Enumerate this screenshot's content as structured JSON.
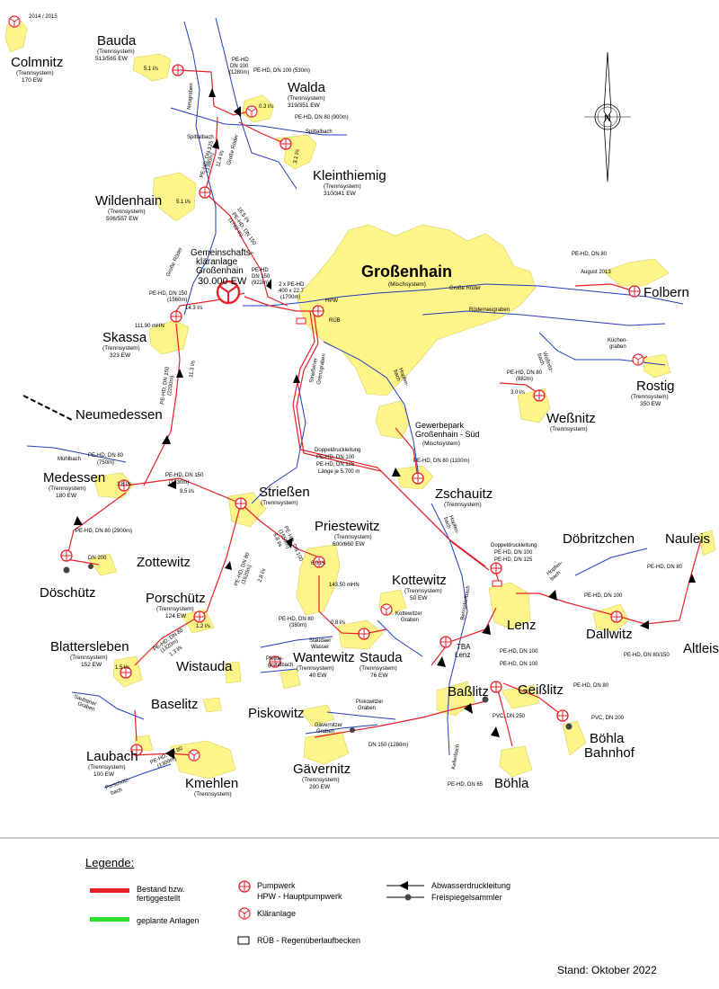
{
  "colors": {
    "town": "#fdf58a",
    "built": "#e8202a",
    "planned": "#2ee02e",
    "water": "#1f3fbf"
  },
  "towns": [
    {
      "id": "colmnitz",
      "name": "Colmnitz",
      "sys": "(Trennsystem)",
      "ew": "170 EW",
      "year": "2014 / 2015"
    },
    {
      "id": "bauda",
      "name": "Bauda",
      "sys": "(Trennsystem)",
      "ew": "513/565 EW"
    },
    {
      "id": "walda",
      "name": "Walda",
      "sys": "(Trennsystem)",
      "ew": "319/351 EW"
    },
    {
      "id": "kleinthiemig",
      "name": "Kleinthiemig",
      "sys": "(Trennsystem)",
      "ew": "310/341 EW"
    },
    {
      "id": "wildenhain",
      "name": "Wildenhain",
      "sys": "(Trennsystem)",
      "ew": "506/557 EW"
    },
    {
      "id": "grossenhain",
      "name": "Großenhain",
      "sys": "(Mischsystem)"
    },
    {
      "id": "folbern",
      "name": "Folbern"
    },
    {
      "id": "skassa",
      "name": "Skassa",
      "sys": "(Trennsystem)",
      "ew": "323 EW"
    },
    {
      "id": "rostig",
      "name": "Rostig",
      "sys": "(Trennsystem)",
      "ew": "350 EW"
    },
    {
      "id": "wessnitz",
      "name": "Weßnitz",
      "sys": "(Trennsystem)"
    },
    {
      "id": "neumedessen",
      "name": "Neumedessen"
    },
    {
      "id": "gewerbepark",
      "name": "Gewerbepark",
      "name2": "Großenhain - Süd",
      "sys": "(Mischsystem)"
    },
    {
      "id": "medessen",
      "name": "Medessen",
      "sys": "(Trennsystem)",
      "ew": "180 EW"
    },
    {
      "id": "zschauitz",
      "name": "Zschauitz",
      "sys": "(Trennsystem)"
    },
    {
      "id": "striessen",
      "name": "Strießen",
      "sys": "(Trennsystem)"
    },
    {
      "id": "priestewitz",
      "name": "Priestewitz",
      "sys": "(Trennsystem)",
      "ew": "600/660 EW"
    },
    {
      "id": "doebritzchen",
      "name": "Döbritzchen"
    },
    {
      "id": "nauleis",
      "name": "Nauleis"
    },
    {
      "id": "zottewitz",
      "name": "Zottewitz"
    },
    {
      "id": "doeschuetz",
      "name": "Döschütz"
    },
    {
      "id": "kottewitz",
      "name": "Kottewitz",
      "sys": "(Trennsystem)",
      "ew": "50 EW"
    },
    {
      "id": "porschuetz",
      "name": "Porschütz",
      "sys": "(Trennsystem)",
      "ew": "124 EW"
    },
    {
      "id": "lenz",
      "name": "Lenz"
    },
    {
      "id": "dallwitz",
      "name": "Dallwitz"
    },
    {
      "id": "altleis",
      "name": "Altleis"
    },
    {
      "id": "blattersleben",
      "name": "Blattersleben",
      "sys": "(Trennsystem)",
      "ew": "152 EW"
    },
    {
      "id": "stauda",
      "name": "Stauda",
      "sys": "(Trennsystem)",
      "ew": "76 EW"
    },
    {
      "id": "wistauda",
      "name": "Wistauda"
    },
    {
      "id": "wantewitz",
      "name": "Wantewitz",
      "sys": "(Trennsystem)",
      "ew": "40 EW"
    },
    {
      "id": "baselitz",
      "name": "Baselitz"
    },
    {
      "id": "piskowitz",
      "name": "Piskowitz"
    },
    {
      "id": "basslitz",
      "name": "Baßlitz"
    },
    {
      "id": "geisslitz",
      "name": "Geißlitz"
    },
    {
      "id": "boehlabf",
      "name": "Böhla",
      "name2": "Bahnhof"
    },
    {
      "id": "laubach",
      "name": "Laubach",
      "sys": "(Trennsystem)",
      "ew": "100 EW"
    },
    {
      "id": "kmehlen",
      "name": "Kmehlen",
      "sys": "(Trennsystem)"
    },
    {
      "id": "gaevernitz",
      "name": "Gävernitz",
      "sys": "(Trennsystem)",
      "ew": "200 EW"
    },
    {
      "id": "boehla",
      "name": "Böhla"
    }
  ],
  "plant": {
    "l1": "Gemeinschafts-",
    "l2": "kläranlage",
    "l3": "Großenhain",
    "l4": "30.000 EW"
  },
  "labels": {
    "bauda_pipe": "PE-HD",
    "bauda_pipe2": "DN 100",
    "bauda_pipe3": "(1280m)",
    "walda_pipe": "PE-HD, DN 100 (530m)",
    "klein_pipe": "PE-HD, DN 80 (900m)",
    "bauda_flow": "5.1 l/s",
    "walda_flow": "0.3 l/s",
    "klein_flow": "3.1 l/s",
    "wild_flow": "5.1 l/s",
    "wild_pipe": "PE-HD, DN 125",
    "wild_pipe2": "(1380m)",
    "wild_flow2": "11.4 l/s",
    "wild_pipe3": "16.5 l/s",
    "wild_pipe4": "PE-HD, DN 150",
    "wild_pipe5": "(1762 m)",
    "plant_pipe": "PE-HD",
    "plant_pipe2": "DN 150",
    "plant_pipe3": "(922m)",
    "main_pipe": "2 x PE-HD",
    "main_pipe2": "400 x 22.7",
    "main_pipe3": "(1700m)",
    "skassa_pipe": "PE-HD, DN 150",
    "skassa_pipe2": "(1560m)",
    "skassa_flow": "14.3 l/s",
    "skassa_height": "111.90 mHN",
    "hpw": "HPW",
    "rub": "RÜB",
    "folbern_pipe": "PE-HD, DN 80",
    "folbern_date": "August 2013",
    "grosse_roeder": "Große Röder",
    "roederneugraben": "Röderneugraben",
    "kuechengraben": "Küchen-",
    "kuechengraben2": "graben",
    "spittelbach": "Spittalbach",
    "spittelbach2": "Spittalbach",
    "neugraben": "Neugraben",
    "grosse_roeder2": "Große Röder",
    "grosse_roeder3": "Große Röder",
    "wess_pipe": "PE-HD, DN 80",
    "wess_pipe2": "(882m)",
    "wess_flow": "3.0 l/s",
    "wess_bach": "Weßnitz-",
    "wess_bach2": "bach",
    "hopf_bach": "Hopfen-",
    "hopf_bach2": "bach",
    "striessener": "Strießener",
    "striessener2": "Grenzgraben",
    "dpl1": "Doppeldruckleitung",
    "dpl2": "PE-HD, DN 100",
    "dpl3": "PE-HD, DN 125",
    "dpl4": "Länge je 5.700 m",
    "sk_pipe_v": "PE-HD, DN 150",
    "sk_pipe_v2": "(2200m)",
    "sk_flow_v": "11.3 l/s",
    "med_pipe": "PE-HD, DN 80",
    "med_pipe2": "(750m)",
    "med_flow": "1.8 l/s",
    "muehlbach": "Mühlbach",
    "str_pipe": "PE-HD, DN 150",
    "str_pipe2": "(1830m)",
    "str_flow": "9.5 l/s",
    "zsch_pipe": "PE-HD, DN 80 (1100m)",
    "dos_pipe": "PE-HD, DN 80 (2900m)",
    "dn200": "DN 200",
    "pri_pipe": "PE-HD, DN 100",
    "pri_pipe2": "(1550m)",
    "pri_flow": "6.8 l/s",
    "pri_flow2": "6.0 l/s",
    "pri_height": "143.50 mHN",
    "por_pipe": "PE-HD, DN 80",
    "por_pipe2": "(1620m)",
    "por_flow": "2.8 l/s",
    "por_pipe3": "PE-HD, DN 80",
    "por_pipe4": "(1320m)",
    "por_flow2": "1.3 l/s",
    "por_flow3": "1.2 l/s",
    "bla_flow": "1.5 l/s",
    "dpl5": "Doppeldruckleitung",
    "dpl6": "PE-HD, DN 100",
    "dpl7": "PE-HD, DN 125",
    "nau_pipe": "PE-HD, DN 80",
    "dall_pipe": "PE-HD, DN 100",
    "alt_pipe": "PE-HD, DN 80/150",
    "kott_graben": "Kottewitzer",
    "kott_graben2": "Graben",
    "sta_pipe": "PE-HD, DN 80",
    "sta_pipe2": "(380m)",
    "sta_flow": "0.8 l/s",
    "staudaer": "Staudaer",
    "staudaer2": "Wasser",
    "pferde": "Pferde-",
    "pferde2": "grundbach",
    "tba": "TBA",
    "tba2": "Lenz",
    "lenz_pipe": "PE-HD, DN 100",
    "lenz_pipe2": "PE-HD, DN 100",
    "bern": "Bernsdorfbach",
    "kell": "Kellerbach",
    "gei_pipe": "PE-HD, DN 80",
    "pvc250": "PVC, DN 250",
    "pvc200": "PVC, DN 200",
    "boe_pipe": "PE-HD, DN 65",
    "pisk_graben": "Piskowitzer",
    "pisk_graben2": "Graben",
    "gaev_graben": "Gävernitzer",
    "gaev_graben2": "Graben",
    "dn150": "DN 150 (1280m)",
    "lau_pipe": "PE-HD, DN 80",
    "lau_pipe2": "(1300m)",
    "saub": "Saubaner",
    "saub2": "Graben",
    "porsch": "Porschütz-",
    "porsch2": "bach",
    "hopf3": "Hopfen-",
    "hopf4": "bach",
    "hopf5": "Hopfen-",
    "hopf6": "bach"
  },
  "legend": {
    "title": "Legende:",
    "built": "Bestand bzw.",
    "built2": "fertiggestellt",
    "planned": "geplante Anlagen",
    "pump": "Pumpwerk",
    "pump2": "HPW - Hauptpumpwerk",
    "plant": "Kläranlage",
    "rub": "RÜB - Regenüberlaufbecken",
    "pressure": "Abwasserdruckleitung",
    "gravity": "Freispiegelsammler"
  },
  "stand": "Stand: Oktober 2022",
  "compass": "N"
}
